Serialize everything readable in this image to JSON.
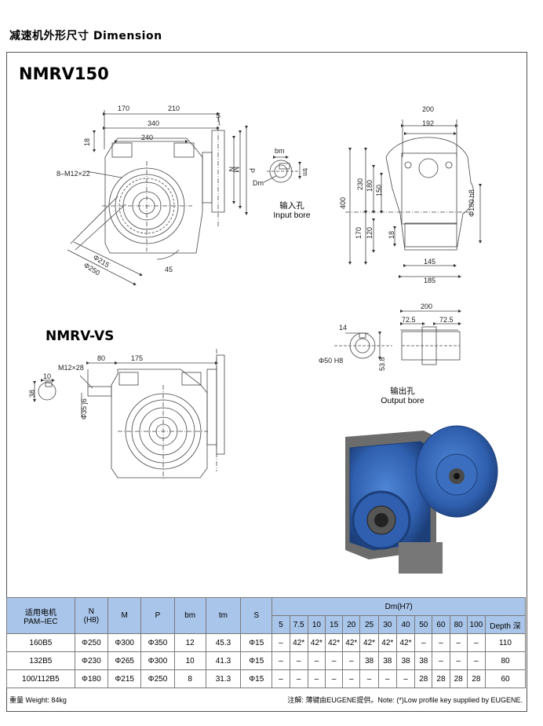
{
  "heading": "减速机外形尺寸 Dimension",
  "models": {
    "main": "NMRV150",
    "vs": "NMRV-VS"
  },
  "dims_main": {
    "d170": "170",
    "d210": "210",
    "S": "S",
    "d340": "340",
    "d240": "240",
    "d18": "18",
    "bolt": "8–M12×22",
    "N": "N",
    "M": "M",
    "P": "P",
    "phi215": "Φ215",
    "phi250": "Φ250",
    "angle": "45"
  },
  "input_bore": {
    "bm": "bm",
    "tm": "tm",
    "Dm": "Dm",
    "cn": "输入孔",
    "en": "Input bore"
  },
  "dims_side": {
    "d200": "200",
    "d192": "192",
    "d400": "400",
    "d230": "230",
    "d180": "180",
    "d150": "150",
    "d170": "170",
    "d120": "120",
    "d18": "18",
    "phi180h8": "Φ180 h8",
    "d145": "145",
    "d185": "185"
  },
  "dims_vs": {
    "m12x28": "M12×28",
    "d80": "80",
    "d175": "175",
    "d10": "10",
    "d38": "38",
    "phi35j6": "Φ35 j6"
  },
  "output_bore": {
    "d200": "200",
    "d72_5a": "72.5",
    "d72_5b": "72.5",
    "d14": "14",
    "phi50h8": "Φ50 H8",
    "d53_8": "53.8",
    "cn": "输出孔",
    "en": "Output bore"
  },
  "table": {
    "headers": {
      "motor_cn": "适用电机",
      "motor_en": "PAM–IEC",
      "N": "N",
      "N_sub": "(H8)",
      "M": "M",
      "P": "P",
      "bm": "bm",
      "tm": "tm",
      "S": "S",
      "dm": "Dm(H7)"
    },
    "dm_cols": [
      "5",
      "7.5",
      "10",
      "15",
      "20",
      "25",
      "30",
      "40",
      "50",
      "60",
      "80",
      "100",
      "Depth 深"
    ],
    "rows": [
      {
        "motor": "160B5",
        "N": "Φ250",
        "M": "Φ300",
        "P": "Φ350",
        "bm": "12",
        "tm": "45.3",
        "S": "Φ15",
        "dm": [
          "–",
          "42*",
          "42*",
          "42*",
          "42*",
          "42*",
          "42*",
          "42*",
          "–",
          "–",
          "–",
          "–",
          "110"
        ]
      },
      {
        "motor": "132B5",
        "N": "Φ230",
        "M": "Φ265",
        "P": "Φ300",
        "bm": "10",
        "tm": "41.3",
        "S": "Φ15",
        "dm": [
          "–",
          "–",
          "–",
          "–",
          "–",
          "38",
          "38",
          "38",
          "38",
          "–",
          "–",
          "–",
          "80"
        ]
      },
      {
        "motor": "100/112B5",
        "N": "Φ180",
        "M": "Φ215",
        "P": "Φ250",
        "bm": "8",
        "tm": "31.3",
        "S": "Φ15",
        "dm": [
          "–",
          "–",
          "–",
          "–",
          "–",
          "–",
          "–",
          "–",
          "28",
          "28",
          "28",
          "28",
          "60"
        ]
      }
    ]
  },
  "footer": {
    "weight": "重量 Weight: 84kg",
    "note": "注解: 薄键由EUGENE提供。Note: (*)Low profile key supplied by EUGENE."
  },
  "colors": {
    "header_bg": "#a9c5e9",
    "gearbox_blue": "#2f5fae"
  }
}
